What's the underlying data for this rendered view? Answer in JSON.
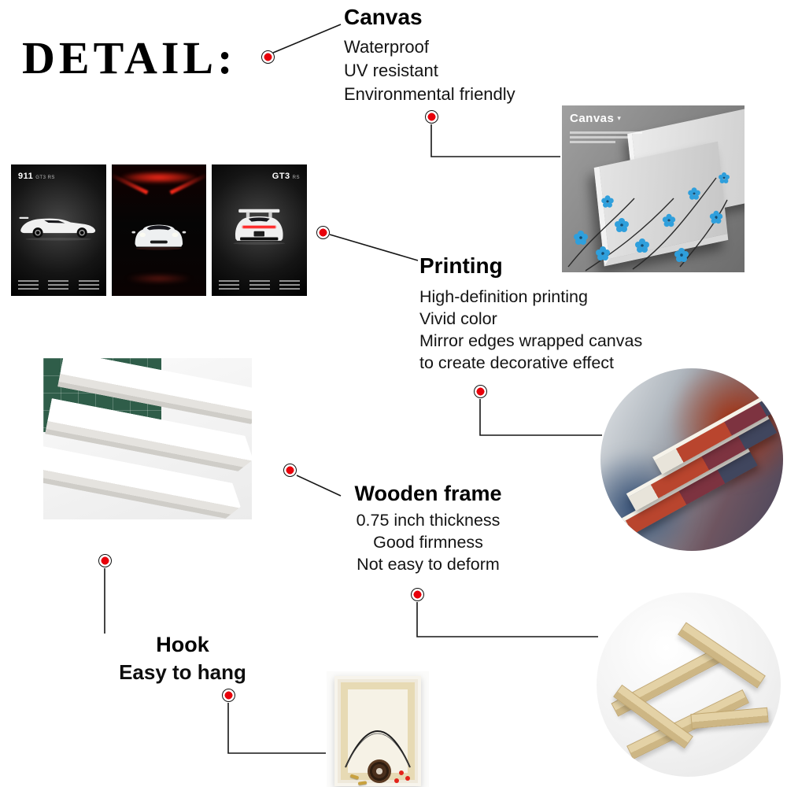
{
  "page": {
    "title": "DETAIL:"
  },
  "sections": {
    "canvas": {
      "heading": "Canvas",
      "lines": [
        "Waterproof",
        "UV resistant",
        "Environmental friendly"
      ]
    },
    "printing": {
      "heading": "Printing",
      "lines": [
        "High-definition printing",
        "Vivid color",
        "Mirror edges wrapped canvas",
        "to create decorative effect"
      ]
    },
    "wooden_frame": {
      "heading": "Wooden frame",
      "lines": [
        "0.75 inch thickness",
        "Good firmness",
        "Not easy to deform"
      ]
    },
    "hook": {
      "heading": "Hook",
      "subheading": "Easy to hang"
    }
  },
  "images": {
    "poster_triptych": {
      "panel1": {
        "model": "911",
        "trim": "GT3 RS"
      },
      "panel3": {
        "model": "GT3",
        "trim": "RS"
      }
    },
    "canvas_sample": {
      "label": "Canvas",
      "chevron": "▾"
    }
  },
  "colors": {
    "marker": "#e8000b",
    "connector": "#161616",
    "wood": "#e4d2a6",
    "flower": "#2f9fdc",
    "poster_red": "#ff2a1a"
  }
}
